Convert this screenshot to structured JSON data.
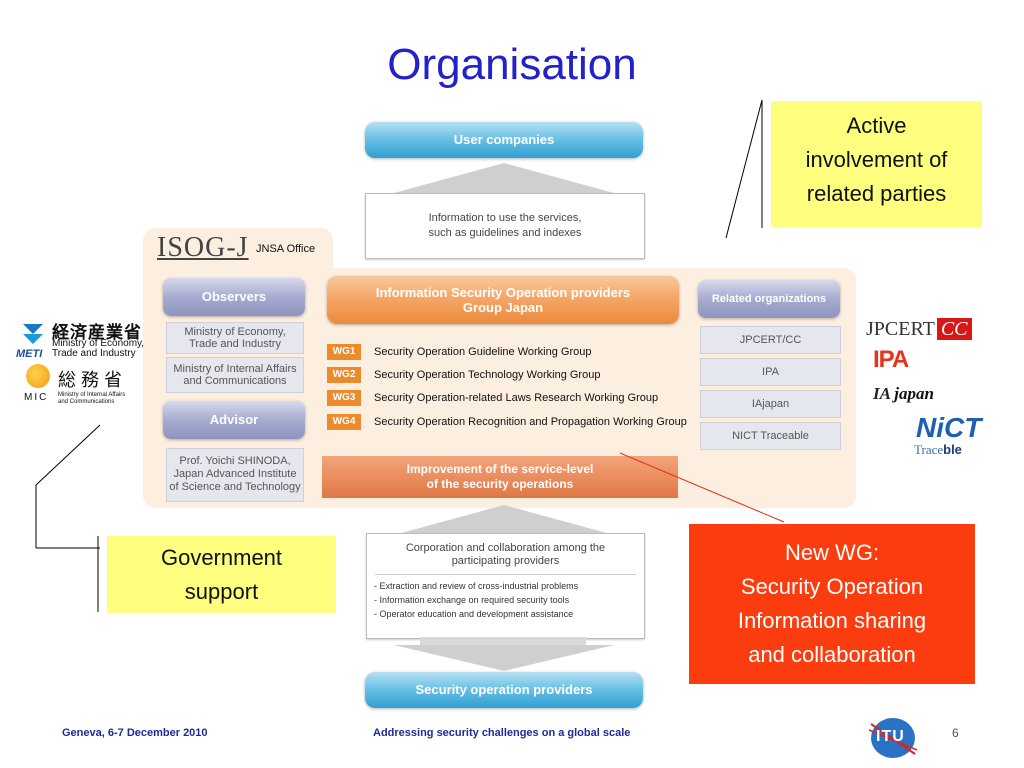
{
  "title": "Organisation",
  "user_companies": "User companies",
  "info_services": [
    "Information to use the services,",
    "such as guidelines and indexes"
  ],
  "isog_logo": "ISOG-J",
  "jnsa_office": "JNSA Office",
  "observers_label": "Observers",
  "observers": [
    "Ministry of Economy, Trade and Industry",
    "Ministry of Internal Affairs and Communications"
  ],
  "advisor_label": "Advisor",
  "advisor_text": [
    "Prof. Yoichi SHINODA,",
    "Japan Advanced Institute",
    "of Science and Technology"
  ],
  "group_title": [
    "Information Security Operation providers",
    "Group Japan"
  ],
  "working_groups": [
    {
      "tag": "WG1",
      "name": "Security Operation Guideline Working Group"
    },
    {
      "tag": "WG2",
      "name": "Security Operation Technology Working Group"
    },
    {
      "tag": "WG3",
      "name": "Security Operation-related Laws Research Working Group"
    },
    {
      "tag": "WG4",
      "name": "Security Operation Recognition and Propagation Working Group"
    }
  ],
  "improvement": [
    "Improvement of the service-level",
    "of the security operations"
  ],
  "related_label": "Related organizations",
  "related_orgs": [
    "JPCERT/CC",
    "IPA",
    "IAjapan",
    "NICT Traceable"
  ],
  "corporation_title": [
    "Corporation and collaboration among the",
    "participating providers"
  ],
  "corporation_items": [
    "- Extraction and review of cross-industrial problems",
    "- Information exchange on required security tools",
    "- Operator education and development assistance"
  ],
  "security_providers": "Security operation providers",
  "callout_active": [
    "Active",
    "involvement of",
    "related parties"
  ],
  "callout_government": [
    "Government",
    "support"
  ],
  "callout_newwg": [
    "New WG:",
    "Security Operation",
    "Information sharing",
    "and collaboration"
  ],
  "logos_left": {
    "meti_kanji": "経済産業省",
    "meti_en": [
      "Ministry of Economy,",
      "Trade and Industry"
    ],
    "meti_abbr": "METI",
    "mic_kanji": "総 務 省",
    "mic_abbr": "MIC",
    "mic_en": [
      "Ministry of Internal Affairs",
      "and Communications"
    ]
  },
  "logos_right": {
    "jpcert_a": "JPCERT",
    "jpcert_b": "CC",
    "ipa": "IPA",
    "iajapan_a": "IA",
    "iajapan_b": "japan",
    "nict": "NiCT",
    "traceable_a": "Trace",
    "traceable_b": "ble"
  },
  "footer_left": "Geneva, 6-7 December 2010",
  "footer_center": "Addressing security challenges on a global scale",
  "itu_logo": "ITU",
  "page_number": "6"
}
